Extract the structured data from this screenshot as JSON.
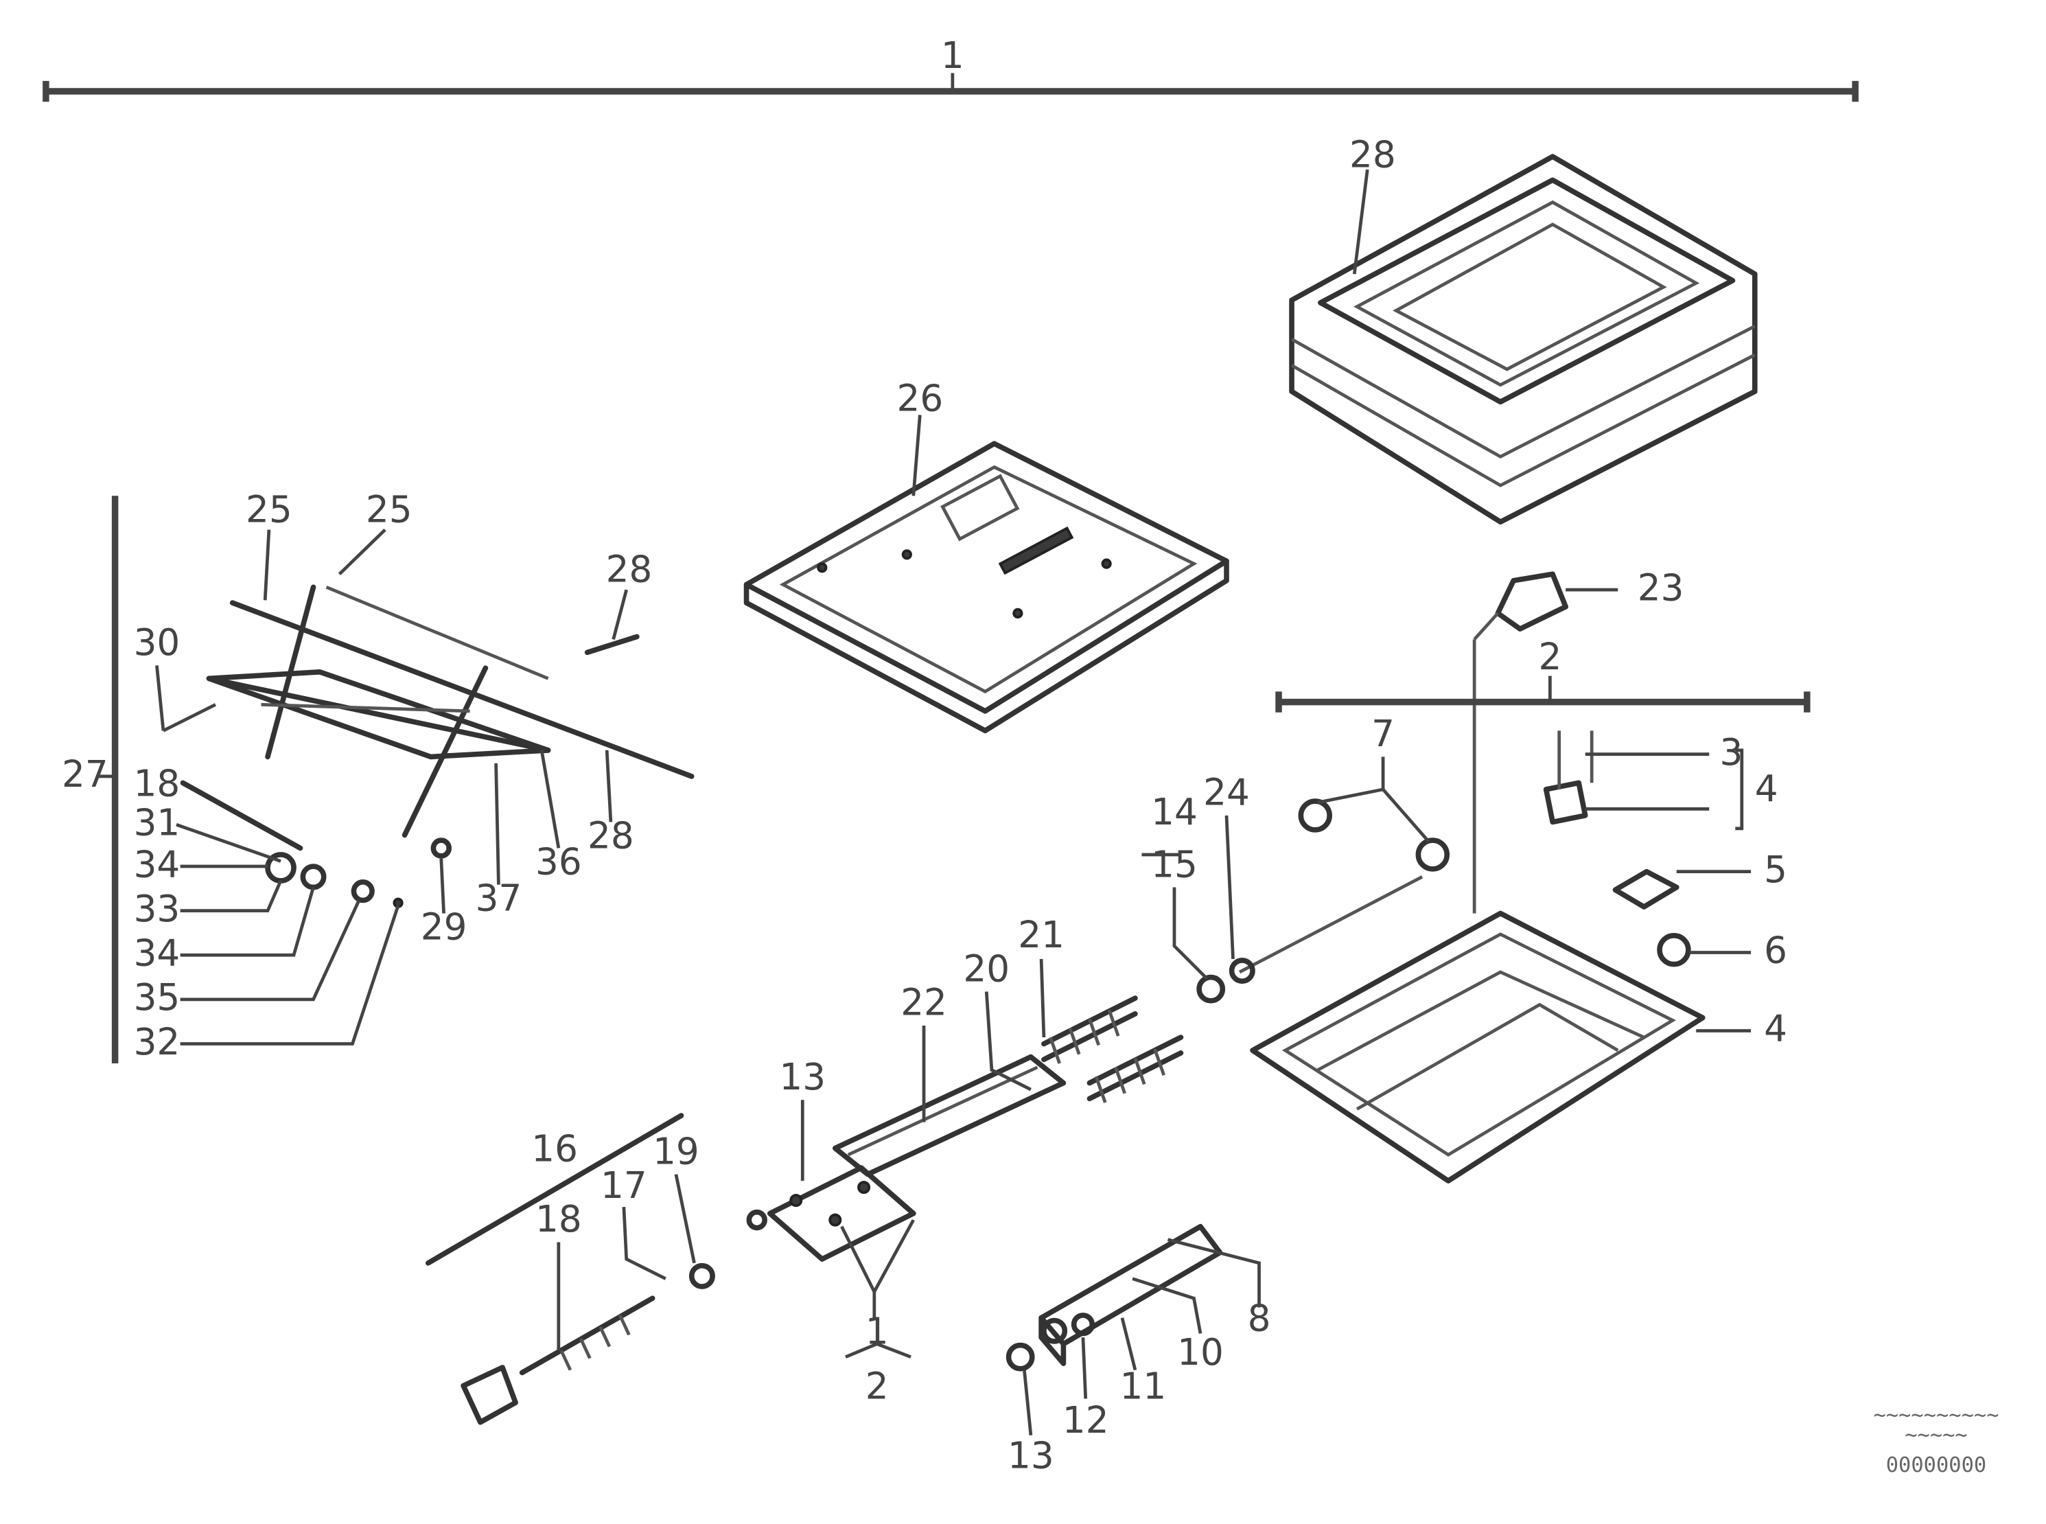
{
  "diagram": {
    "callouts": {
      "c_top": "1",
      "c_cushion": "28",
      "c_seat_pan": "26",
      "c_frame_27": "27",
      "c_frame_25a": "25",
      "c_frame_25b": "25",
      "c_frame_28": "28",
      "c_frame_30": "30",
      "c_frame_18": "18",
      "c_frame_31": "31",
      "c_frame_34a": "34",
      "c_frame_33": "33",
      "c_frame_34b": "34",
      "c_frame_35": "35",
      "c_frame_32": "32",
      "c_frame_29": "29",
      "c_frame_37": "37",
      "c_frame_36": "36",
      "c_frame_28b": "28",
      "c_lever_23": "23",
      "c_rail_2": "2",
      "c_rail_7": "7",
      "c_rail_3": "3",
      "c_rail_4a": "4",
      "c_rail_5": "5",
      "c_rail_6": "6",
      "c_rail_4b": "4",
      "c_mid_14": "14",
      "c_mid_15": "15",
      "c_mid_24": "24",
      "c_mid_21": "21",
      "c_mid_20": "20",
      "c_mid_22": "22",
      "c_mid_13": "13",
      "c_mid_1": "1",
      "c_mid_2": "2",
      "c_left_16": "16",
      "c_left_17": "17",
      "c_left_19": "19",
      "c_left_18": "18",
      "c_low_8": "8",
      "c_low_10": "10",
      "c_low_11": "11",
      "c_low_12": "12",
      "c_low_13": "13"
    },
    "footer_line1": "~~~~~~~~~~",
    "footer_line2": "~~~~~",
    "footer_code": "00000000"
  }
}
